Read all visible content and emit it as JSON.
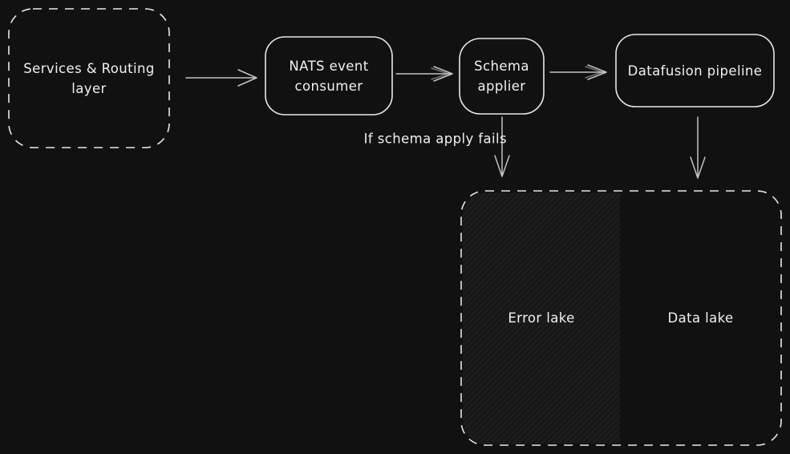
{
  "colors": {
    "background": "#111111",
    "node_stroke": "#e8e8e8",
    "arrow_stroke": "#c2c2c2",
    "text": "#f1f1f1",
    "hatch_base": "#171717",
    "hatch_line": "#232323"
  },
  "diagram": {
    "services_box": {
      "line1": "Services & Routing",
      "line2": "layer"
    },
    "nats_box": {
      "line1": "NATS event",
      "line2": "consumer"
    },
    "schema_box": {
      "line1": "Schema",
      "line2": "applier"
    },
    "datafusion_box": {
      "label": "Datafusion pipeline"
    },
    "fail_arrow_label": "If schema apply fails",
    "lake_box": {
      "error_label": "Error lake",
      "data_label": "Data lake"
    }
  }
}
